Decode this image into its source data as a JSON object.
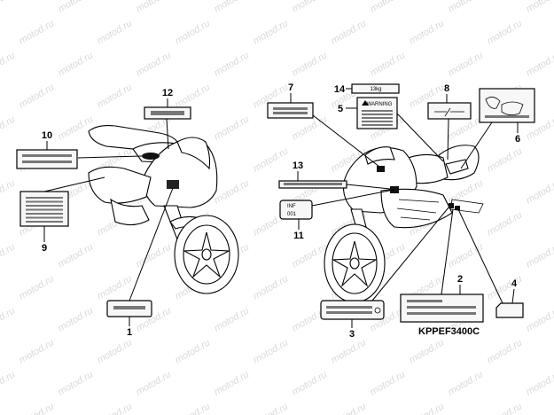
{
  "watermark": {
    "text": "motod.ru"
  },
  "figure_code": "KPPEF3400C",
  "callouts": [
    {
      "id": "c1",
      "number": "1"
    },
    {
      "id": "c2",
      "number": "2"
    },
    {
      "id": "c3",
      "number": "3"
    },
    {
      "id": "c4",
      "number": "4"
    },
    {
      "id": "c5",
      "number": "5"
    },
    {
      "id": "c6",
      "number": "6"
    },
    {
      "id": "c7",
      "number": "7"
    },
    {
      "id": "c8",
      "number": "8"
    },
    {
      "id": "c9",
      "number": "9"
    },
    {
      "id": "c10",
      "number": "10"
    },
    {
      "id": "c11",
      "number": "11"
    },
    {
      "id": "c12",
      "number": "12"
    },
    {
      "id": "c13",
      "number": "13"
    },
    {
      "id": "c14",
      "number": "14"
    }
  ],
  "label_texts": {
    "label14": "13kg",
    "label5": "WARNING",
    "label11_line1": "INF",
    "label11_line2": "001"
  }
}
